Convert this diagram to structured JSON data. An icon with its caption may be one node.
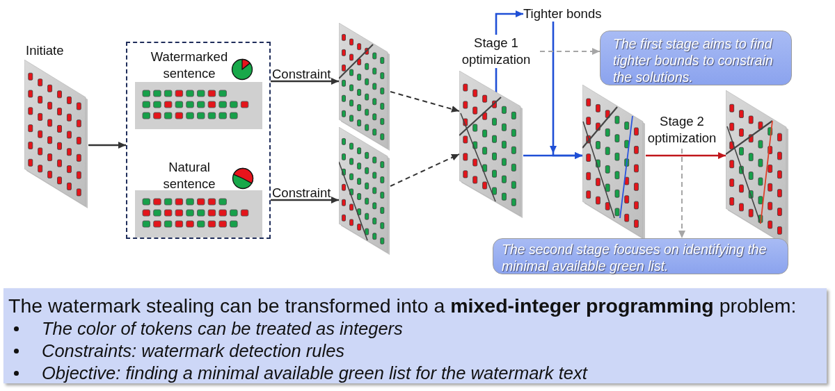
{
  "diagram": {
    "nodes": [
      {
        "text": [
          "Initiate"
        ]
      },
      {
        "text": [],
        "shape": "box"
      },
      {
        "text": [
          "Watermarked sentence"
        ],
        "in": 1
      },
      {
        "text": [
          "Natural sentence"
        ],
        "in": 1
      },
      {
        "text": [],
        "shape": "picture"
      },
      {
        "text": [],
        "shape": "picture"
      },
      {
        "text": [],
        "shape": "picture"
      },
      {
        "text": [
          "Tighter bonds"
        ]
      },
      {
        "text": [
          "The first stage aims to find tighter bounds to constrain the solutions."
        ]
      },
      {
        "text": [],
        "shape": "picture"
      },
      {
        "text": [],
        "shape": "picture"
      },
      {
        "text": [
          "The second stage focuses on identifying the minimal available green list."
        ]
      },
      {
        "text": [
          "The watermark stealing can be transformed into a **mixed-integer programming** problem:",
          "The color of tokens can be treated as integers",
          "Constraints: watermark detection rules",
          "Objective: finding a minimal available green list for the watermark text"
        ]
      }
    ],
    "edges": [
      {
        "from": 0,
        "to": 1,
        "arrow": "to"
      },
      {
        "from": 2,
        "to": 4,
        "arrow": "to",
        "label": "Constraint"
      },
      {
        "from": 3,
        "to": 5,
        "arrow": "to",
        "label": "Constraint"
      },
      {
        "from": 4,
        "to": 6,
        "arrow": "to",
        "style": "dashed"
      },
      {
        "from": 5,
        "to": 6,
        "arrow": "to",
        "style": "dashed"
      },
      {
        "from": 6,
        "to": 7,
        "arrow": "to",
        "label": "Stage 1 optimization",
        "color": "#1f4fd6"
      },
      {
        "from": 7,
        "to": 9,
        "arrow": "to",
        "color": "#1f4fd6"
      },
      {
        "from": 6,
        "to": 9,
        "arrow": "to",
        "color": "#1f4fd6"
      },
      {
        "from": 9,
        "to": 10,
        "arrow": "to",
        "label": "Stage 2 optimization",
        "color": "#c0161b"
      },
      {
        "from": null,
        "to": 8,
        "arrow": "to",
        "style": "dashed",
        "color": "#a6a6a6"
      },
      {
        "from": null,
        "to": 11,
        "arrow": "to",
        "style": "dashed",
        "color": "#a6a6a6"
      }
    ]
  }
}
